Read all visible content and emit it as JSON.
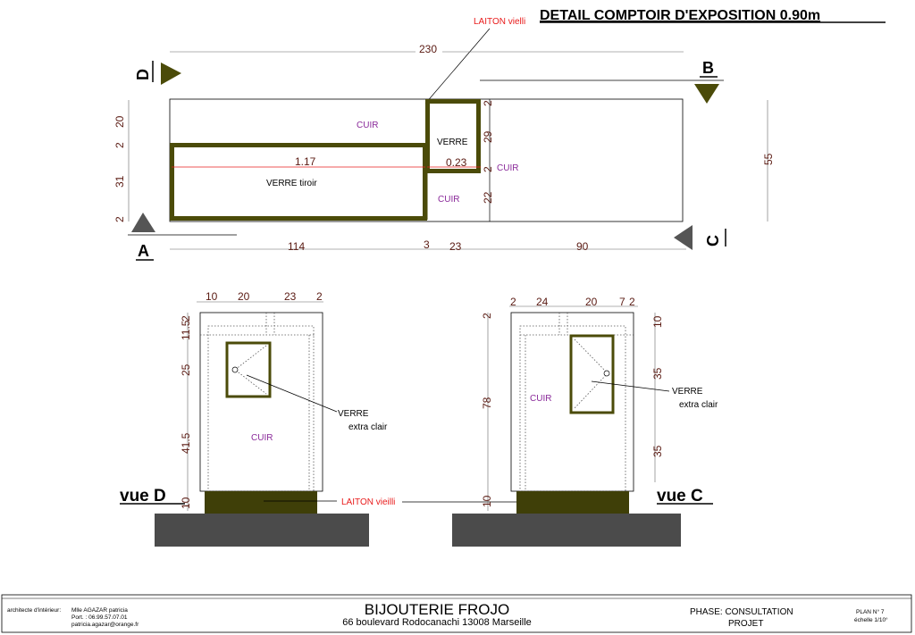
{
  "header": {
    "title": "DETAIL COMPTOIR D'EXPOSITION 0.90m",
    "laiton_top": "LAITON vielli"
  },
  "colors": {
    "olive": "#4b4b09",
    "olive_fill": "#3f3f08",
    "dim_text": "#5a1a12",
    "material_label": "#8a2a9a",
    "red": "#e81b1b",
    "ground": "#4b4b4b",
    "ink": "#000000"
  },
  "plan": {
    "section_letters": [
      "D",
      "B",
      "A",
      "C"
    ],
    "labels": {
      "cuir_top": "CUIR",
      "verre": "VERRE",
      "verre_tiroir": "VERRE tiroir",
      "cuir_right": "CUIR",
      "cuir_bottom": "CUIR"
    },
    "dims": {
      "total_width": "230",
      "depth": "55",
      "left": [
        "20",
        "2",
        "31",
        "2"
      ],
      "mid": [
        "2",
        "29",
        "2",
        "22"
      ],
      "bottom": [
        "114",
        "3",
        "23",
        "90"
      ],
      "red_117": "1.17",
      "red_023": "0.23"
    }
  },
  "view_d": {
    "title": "vue D",
    "top_dims": [
      "10",
      "20",
      "23",
      "2"
    ],
    "left_dims": [
      "11.5",
      "2",
      "25",
      "41.5",
      "10"
    ],
    "cuir": "CUIR",
    "verre": "VERRE",
    "verre_sub": "extra clair"
  },
  "view_c": {
    "title": "vue C",
    "top_dims": [
      "2",
      "24",
      "20",
      "7",
      "2"
    ],
    "left_dims": [
      "2",
      "78",
      "10"
    ],
    "right_dims": [
      "10",
      "35",
      "35"
    ],
    "cuir": "CUIR",
    "verre": "VERRE",
    "verre_sub": "extra clair"
  },
  "laiton_base": "LAITON vieilli",
  "title_block": {
    "role": "architecte d'intérieur:",
    "name": "Mlle AGAZAR patricia",
    "phone": "Port. : 06.99.57.07.01",
    "email": "patricia.agazar@orange.fr",
    "company": "BIJOUTERIE FROJO",
    "address": "66 boulevard Rodocanachi 13008 Marseille",
    "phase": "PHASE:  CONSULTATION",
    "phase2": "PROJET",
    "plan_no": "PLAN N°  7",
    "scale": "échelle 1/10°"
  }
}
